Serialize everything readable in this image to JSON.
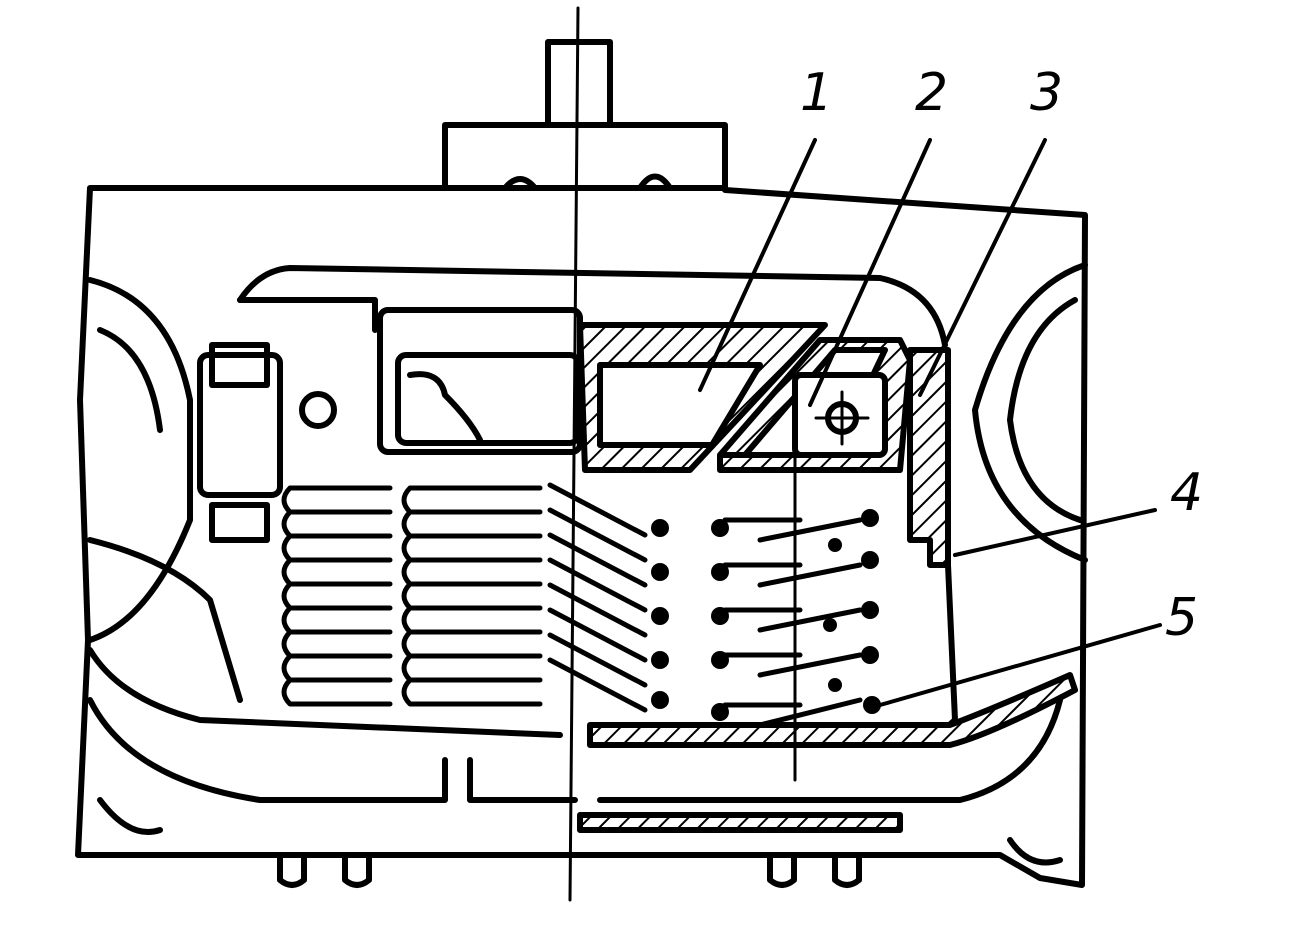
{
  "figure": {
    "colors": {
      "ink": "#000000",
      "paper": "#ffffff"
    },
    "callouts": [
      {
        "id": "1",
        "text": "1"
      },
      {
        "id": "2",
        "text": "2"
      },
      {
        "id": "3",
        "text": "3"
      },
      {
        "id": "4",
        "text": "4"
      },
      {
        "id": "5",
        "text": "5"
      }
    ]
  }
}
